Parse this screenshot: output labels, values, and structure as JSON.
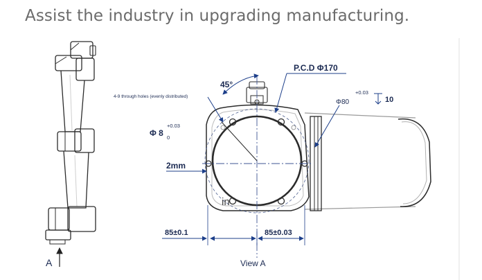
{
  "headline": "Assist the industry in upgrading manufacturing.",
  "labels": {
    "pcd": "P.C.D Φ170",
    "angle": "45°",
    "holes": "4-9 through holes (evenly distributed)",
    "pin_diameter_main": "Φ 8",
    "pin_tol_upper": "+0.03",
    "pin_tol_lower": "0",
    "bore": "Φ80",
    "bore_tol": "+0.03",
    "depth": "10",
    "thickness": "2mm",
    "dim_left": "85±0.1",
    "dim_right": "85±0.03",
    "view": "View A",
    "arrow_label": "A",
    "logo": "in"
  }
}
